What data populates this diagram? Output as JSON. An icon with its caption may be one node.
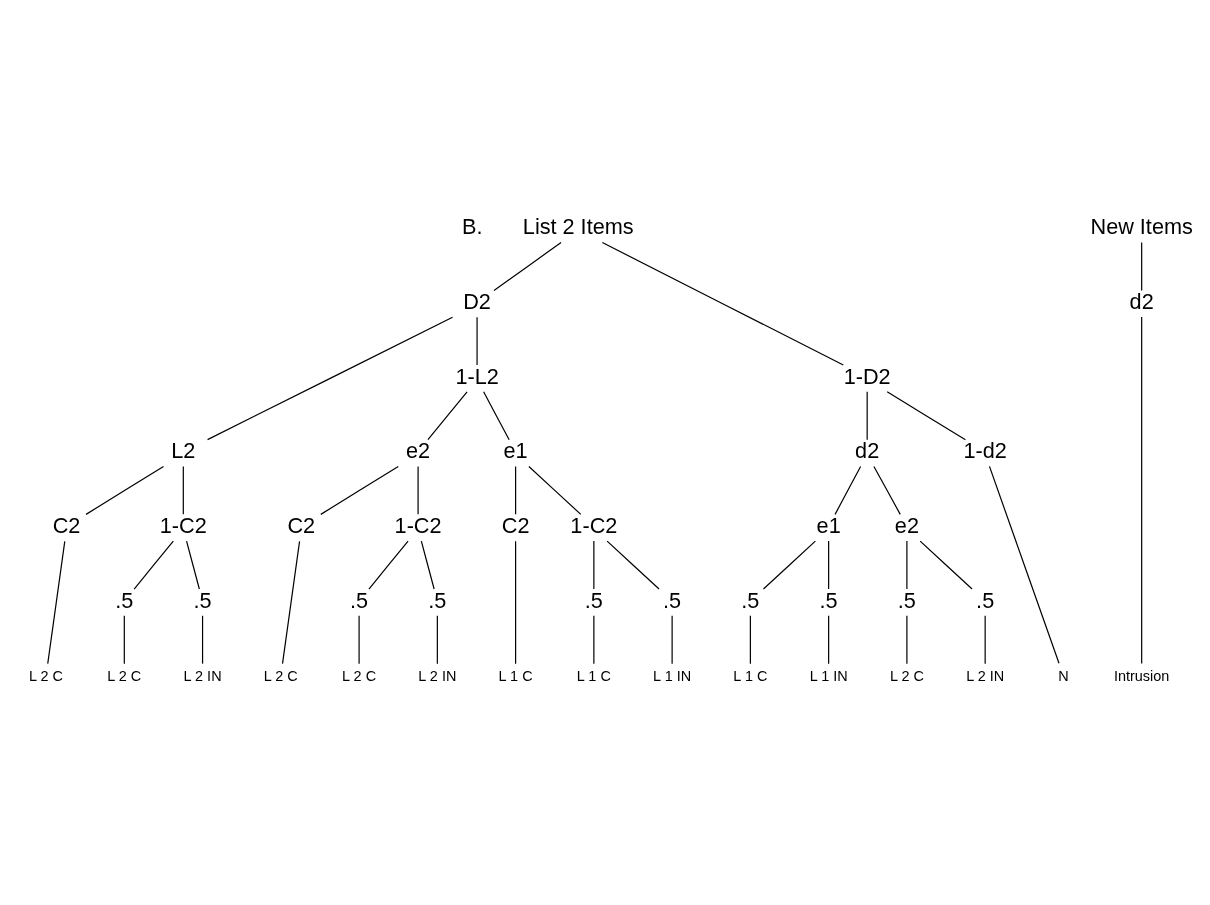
{
  "diagram": {
    "nodes": [
      {
        "text": [
          "List 2 Items"
        ]
      },
      {
        "text": [
          "New Items"
        ]
      },
      {
        "text": [
          "D2"
        ]
      },
      {
        "text": [
          "1-D2"
        ]
      },
      {
        "text": [
          "L2"
        ]
      },
      {
        "text": [
          "1-L2"
        ]
      },
      {
        "text": [
          "d2"
        ]
      },
      {
        "text": [
          "1-d2"
        ]
      },
      {
        "text": [
          "d2"
        ]
      },
      {
        "text": [
          "e2"
        ]
      },
      {
        "text": [
          "e1"
        ]
      },
      {
        "text": [
          "e1"
        ]
      },
      {
        "text": [
          "e2"
        ]
      },
      {
        "text": [
          "C2"
        ]
      },
      {
        "text": [
          "1-C2"
        ]
      },
      {
        "text": [
          "C2"
        ]
      },
      {
        "text": [
          "1-C2"
        ]
      },
      {
        "text": [
          "C2"
        ]
      },
      {
        "text": [
          "1-C2"
        ]
      },
      {
        "text": [
          ".5"
        ]
      },
      {
        "text": [
          ".5"
        ]
      },
      {
        "text": [
          ".5"
        ]
      },
      {
        "text": [
          ".5"
        ]
      },
      {
        "text": [
          ".5"
        ]
      },
      {
        "text": [
          ".5"
        ]
      },
      {
        "text": [
          ".5"
        ]
      },
      {
        "text": [
          ".5"
        ]
      },
      {
        "text": [
          ".5"
        ]
      },
      {
        "text": [
          ".5"
        ]
      },
      {
        "text": [
          "L 2 C"
        ]
      },
      {
        "text": [
          "L 2 C"
        ]
      },
      {
        "text": [
          "L 2 IN"
        ]
      },
      {
        "text": [
          "L 2 C"
        ]
      },
      {
        "text": [
          "L 2 C"
        ]
      },
      {
        "text": [
          "L 2 IN"
        ]
      },
      {
        "text": [
          "L 1 C"
        ]
      },
      {
        "text": [
          "L 1 C"
        ]
      },
      {
        "text": [
          "L 1 IN"
        ]
      },
      {
        "text": [
          "L 1 C"
        ]
      },
      {
        "text": [
          "L 1 IN"
        ]
      },
      {
        "text": [
          "L 2 C"
        ]
      },
      {
        "text": [
          "L 2 IN"
        ]
      },
      {
        "text": [
          "N"
        ]
      },
      {
        "text": [
          "Intrusion"
        ]
      }
    ],
    "edges": [
      {
        "from": 0,
        "to": 2,
        "arrow": "none"
      },
      {
        "from": 0,
        "to": 3,
        "arrow": "none"
      },
      {
        "from": 1,
        "to": 8,
        "arrow": "none"
      },
      {
        "from": 2,
        "to": 4,
        "arrow": "none"
      },
      {
        "from": 2,
        "to": 5,
        "arrow": "none"
      },
      {
        "from": 3,
        "to": 6,
        "arrow": "none"
      },
      {
        "from": 3,
        "to": 7,
        "arrow": "none"
      },
      {
        "from": 4,
        "to": 13,
        "arrow": "none"
      },
      {
        "from": 4,
        "to": 14,
        "arrow": "none"
      },
      {
        "from": 5,
        "to": 9,
        "arrow": "none"
      },
      {
        "from": 5,
        "to": 10,
        "arrow": "none"
      },
      {
        "from": 6,
        "to": 11,
        "arrow": "none"
      },
      {
        "from": 6,
        "to": 12,
        "arrow": "none"
      },
      {
        "from": 9,
        "to": 15,
        "arrow": "none"
      },
      {
        "from": 9,
        "to": 16,
        "arrow": "none"
      },
      {
        "from": 10,
        "to": 17,
        "arrow": "none"
      },
      {
        "from": 10,
        "to": 18,
        "arrow": "none"
      },
      {
        "from": 11,
        "to": 19,
        "arrow": "none"
      },
      {
        "from": 11,
        "to": 20,
        "arrow": "none"
      },
      {
        "from": 12,
        "to": 21,
        "arrow": "none"
      },
      {
        "from": 12,
        "to": 22,
        "arrow": "none"
      },
      {
        "from": 14,
        "to": 23,
        "arrow": "none"
      },
      {
        "from": 14,
        "to": 24,
        "arrow": "none"
      },
      {
        "from": 16,
        "to": 25,
        "arrow": "none"
      },
      {
        "from": 16,
        "to": 26,
        "arrow": "none"
      },
      {
        "from": 18,
        "to": 27,
        "arrow": "none"
      },
      {
        "from": 18,
        "to": 28,
        "arrow": "none"
      },
      {
        "from": 13,
        "to": 29,
        "arrow": "none"
      },
      {
        "from": 23,
        "to": 30,
        "arrow": "none"
      },
      {
        "from": 24,
        "to": 31,
        "arrow": "none"
      },
      {
        "from": 15,
        "to": 32,
        "arrow": "none"
      },
      {
        "from": 25,
        "to": 33,
        "arrow": "none"
      },
      {
        "from": 26,
        "to": 34,
        "arrow": "none"
      },
      {
        "from": 17,
        "to": 35,
        "arrow": "none"
      },
      {
        "from": 27,
        "to": 36,
        "arrow": "none"
      },
      {
        "from": 28,
        "to": 37,
        "arrow": "none"
      },
      {
        "from": 19,
        "to": 38,
        "arrow": "none"
      },
      {
        "from": 20,
        "to": 39,
        "arrow": "none"
      },
      {
        "from": 21,
        "to": 40,
        "arrow": "none"
      },
      {
        "from": 22,
        "to": 41,
        "arrow": "none"
      },
      {
        "from": 7,
        "to": 42,
        "arrow": "none"
      },
      {
        "from": 8,
        "to": 43,
        "arrow": "none"
      }
    ],
    "labels": [
      "B."
    ]
  }
}
